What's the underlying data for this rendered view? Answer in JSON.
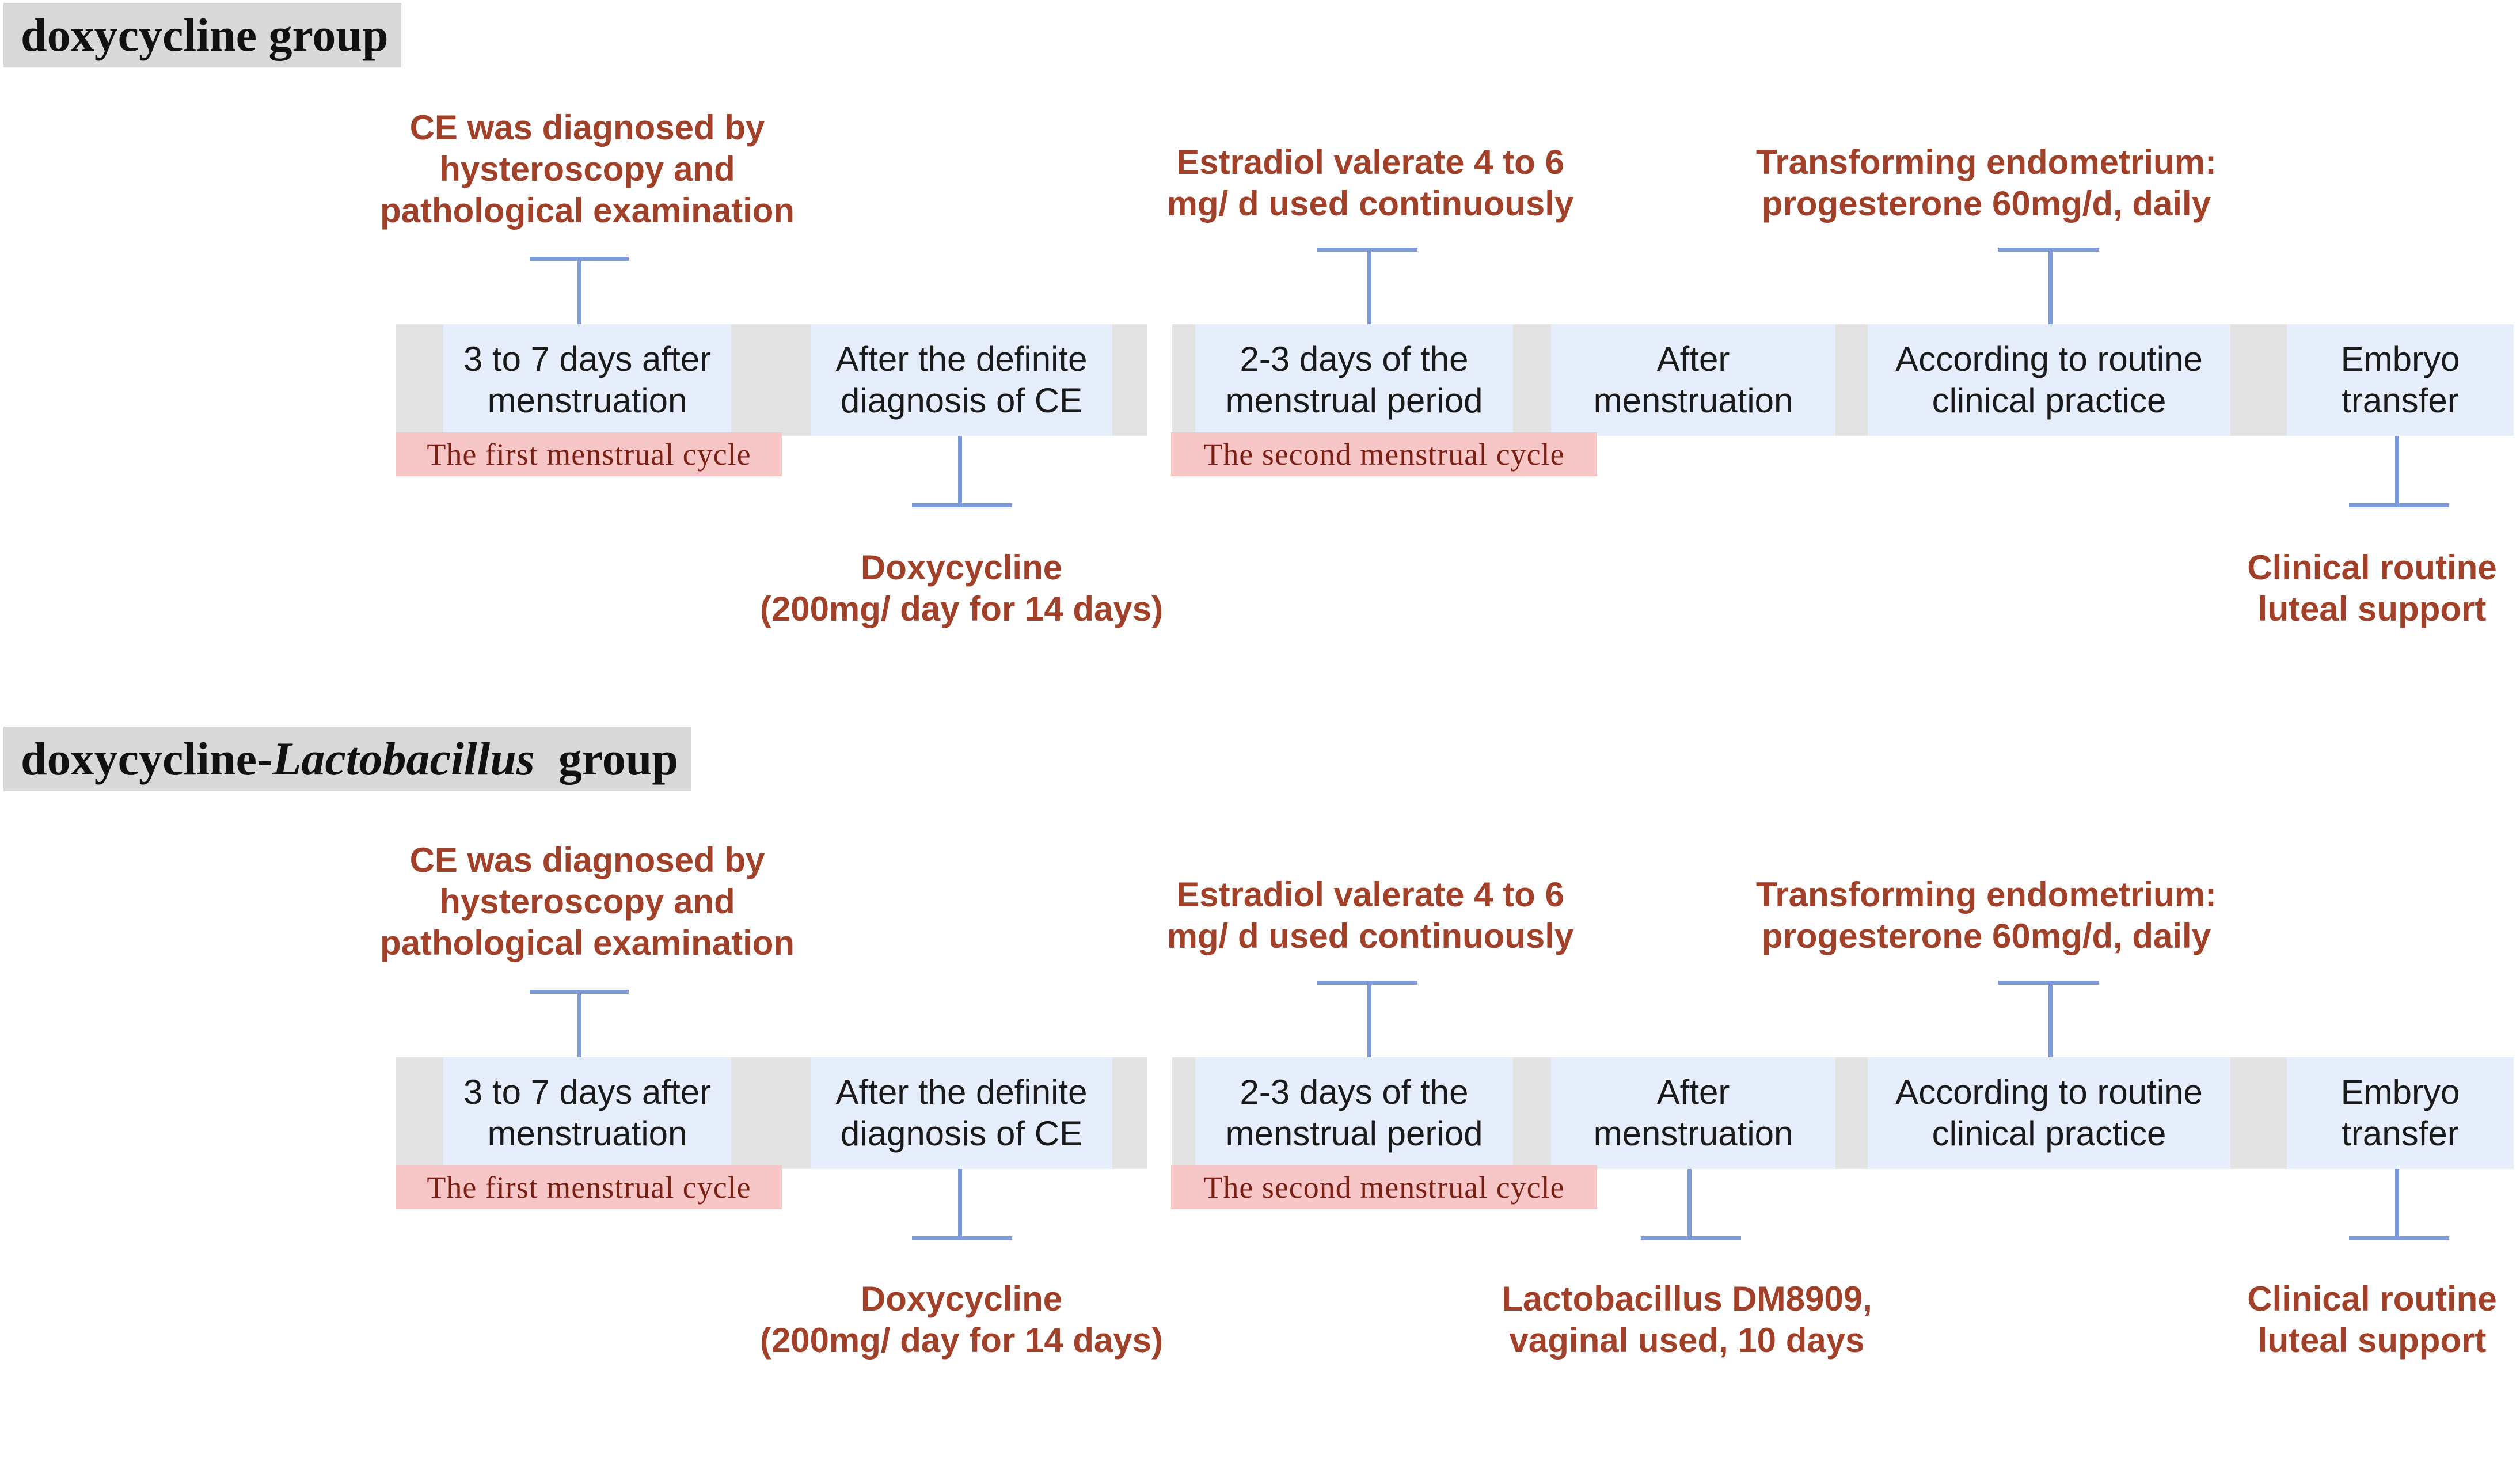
{
  "colors": {
    "annotation_text": "#a1412a",
    "box_fill": "#e6eefb",
    "bar_fill": "#e3e3e3",
    "cycle_label_fill": "#f7c6c6",
    "connector": "#7d9bd8",
    "title_fill": "#d9d9d9"
  },
  "panels": [
    {
      "title": "doxycycline group",
      "cycle_labels": {
        "first": "The first menstrual cycle",
        "second": "The second menstrual cycle"
      },
      "steps": [
        {
          "label": "3 to 7 days after\nmenstruation"
        },
        {
          "label": "After the definite\ndiagnosis of CE"
        },
        {
          "label": "2-3 days of the\nmenstrual period"
        },
        {
          "label": "After\nmenstruation"
        },
        {
          "label": "According to routine\nclinical practice"
        },
        {
          "label": "Embryo\ntransfer"
        }
      ],
      "annotations_above": [
        {
          "text": "CE was diagnosed by\nhysteroscopy and\npathological examination"
        },
        {
          "text": "Estradiol valerate 4 to 6\nmg/ d  used continuously"
        },
        {
          "text": "Transforming endometrium:\nprogesterone 60mg/d, daily"
        }
      ],
      "annotations_below": [
        {
          "text": "Doxycycline\n(200mg/ day for 14 days)"
        },
        {
          "text": "Clinical routine\nluteal support"
        }
      ]
    },
    {
      "title_prefix": "doxycycline-",
      "title_italic": "Lactobacillus",
      "title_suffix": "group",
      "cycle_labels": {
        "first": "The first menstrual cycle",
        "second": "The second menstrual cycle"
      },
      "steps": [
        {
          "label": "3 to 7 days after\nmenstruation"
        },
        {
          "label": "After the definite\ndiagnosis of CE"
        },
        {
          "label": "2-3 days of the\nmenstrual period"
        },
        {
          "label": "After\nmenstruation"
        },
        {
          "label": "According to routine\nclinical practice"
        },
        {
          "label": "Embryo\ntransfer"
        }
      ],
      "annotations_above": [
        {
          "text": "CE was diagnosed by\nhysteroscopy and\npathological examination"
        },
        {
          "text": "Estradiol valerate 4 to 6\nmg/ d  used continuously"
        },
        {
          "text": "Transforming endometrium:\nprogesterone 60mg/d, daily"
        }
      ],
      "annotations_below": [
        {
          "text": "Doxycycline\n(200mg/ day for 14 days)"
        },
        {
          "text": "Lactobacillus DM8909,\nvaginal used, 10 days"
        },
        {
          "text": "Clinical routine\nluteal support"
        }
      ]
    }
  ]
}
